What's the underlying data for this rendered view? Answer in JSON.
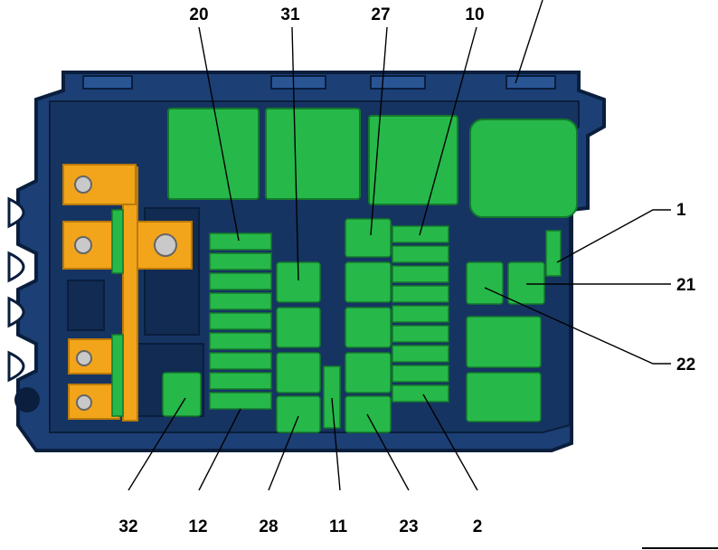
{
  "diagram": {
    "callouts": {
      "c20": "20",
      "c31": "31",
      "c27": "27",
      "c10": "10",
      "c1": "1",
      "c21": "21",
      "c22": "22",
      "c32": "32",
      "c12": "12",
      "c28": "28",
      "c11": "11",
      "c23": "23",
      "c2": "2"
    }
  },
  "colors": {
    "housing": "#1c3f75",
    "housing_dark": "#0a1e3d",
    "component_green": "#27b84a",
    "component_green_light": "#4fd86a",
    "busbar_orange": "#f2a51a",
    "bolt_grey": "#c9c9c9"
  }
}
